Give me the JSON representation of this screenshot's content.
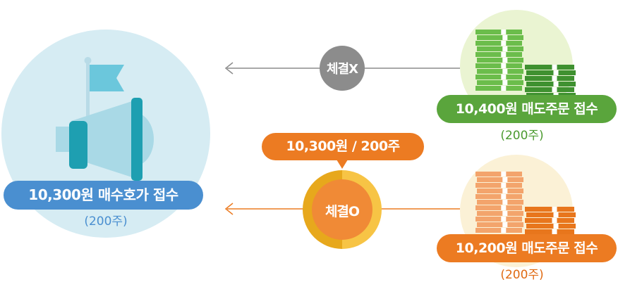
{
  "buyer": {
    "label": "10,300원 매수호가 접수",
    "qty": "(200주)",
    "colors": {
      "circle": "#d6ecf3",
      "pill": "#4a8fd0",
      "qty": "#4a8fd0",
      "icon_light": "#a9d9e6",
      "icon_dark": "#1e9fb1",
      "flag": "#6bc7dc"
    }
  },
  "seller_high": {
    "label": "10,400원 매도주문 접수",
    "qty": "(200주)",
    "colors": {
      "circle": "#eaf4d2",
      "pill": "#5aa53c",
      "qty": "#4b9a2f",
      "money_light": "#6bbd4b",
      "money_dark": "#3f9130"
    }
  },
  "seller_low": {
    "label": "10,200원 매도주문 접수",
    "qty": "(200주)",
    "colors": {
      "circle": "#fbf1d6",
      "pill": "#ec7b22",
      "qty": "#e06a12",
      "money_light": "#f3a46c",
      "money_dark": "#e8761c"
    }
  },
  "no_fill": {
    "label": "체결X",
    "color": "#8c8c8c"
  },
  "filled": {
    "label": "체결O",
    "tooltip": "10,300원 / 200주",
    "colors": {
      "ring_left": "#e7a81c",
      "ring_right": "#f7c445",
      "inner": "#f08a36",
      "tooltip": "#ec7b22"
    }
  },
  "arrows": {
    "top_color": "#8c8c8c",
    "bottom_color": "#ec7b22"
  }
}
